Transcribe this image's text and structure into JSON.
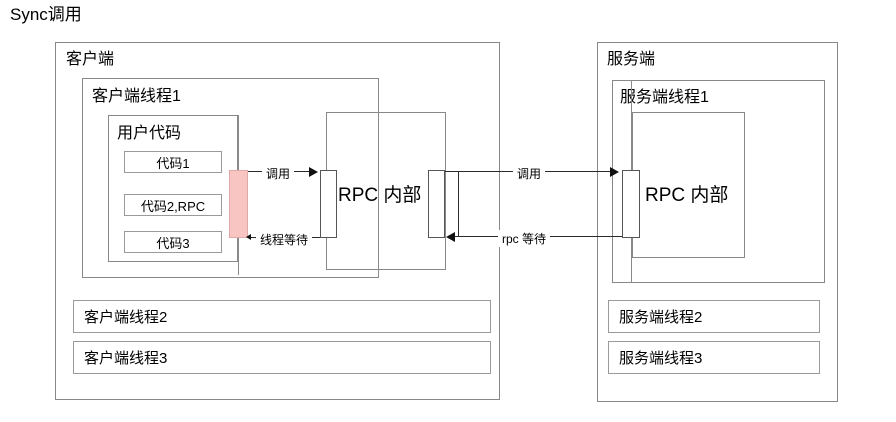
{
  "diagram": {
    "title": "Sync调用",
    "client": {
      "title": "客户端",
      "thread1": {
        "title": "客户端线程1",
        "user_code": {
          "title": "用户代码",
          "steps": [
            {
              "label": "代码1"
            },
            {
              "label": "代码2,RPC"
            },
            {
              "label": "代码3"
            }
          ]
        },
        "blocked_bar": {
          "name": "blocked",
          "color": "#f9c5c2"
        },
        "rpc_internal": {
          "title": "RPC 内部"
        }
      },
      "other_threads": [
        {
          "label": "客户端线程2"
        },
        {
          "label": "客户端线程3"
        }
      ]
    },
    "server": {
      "title": "服务端",
      "thread1": {
        "title": "服务端线程1",
        "rpc_internal": {
          "title": "RPC 内部"
        }
      },
      "other_threads": [
        {
          "label": "服务端线程2"
        },
        {
          "label": "服务端线程3"
        }
      ]
    },
    "edges": {
      "client_call": "调用",
      "client_wait": "线程等待",
      "server_call": "调用",
      "rpc_wait": "rpc 等待"
    },
    "colors": {
      "blocked_fill": "#f9c5c2",
      "border": "#8a8a8a",
      "arrow": "#111111"
    }
  }
}
